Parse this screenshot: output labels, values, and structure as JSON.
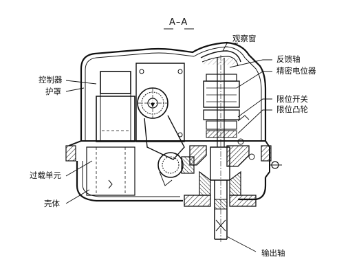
{
  "section_title": "A–A",
  "labels": {
    "viewing_window": "观察窗",
    "feedback_shaft": "反馈轴",
    "precision_potentiometer": "精密电位器",
    "controller": "控制器",
    "cover": "护罩",
    "limit_switch": "限位开关",
    "limit_cam": "限位凸轮",
    "overload_unit": "过载单元",
    "housing": "壳体",
    "output_shaft": "输出轴"
  }
}
